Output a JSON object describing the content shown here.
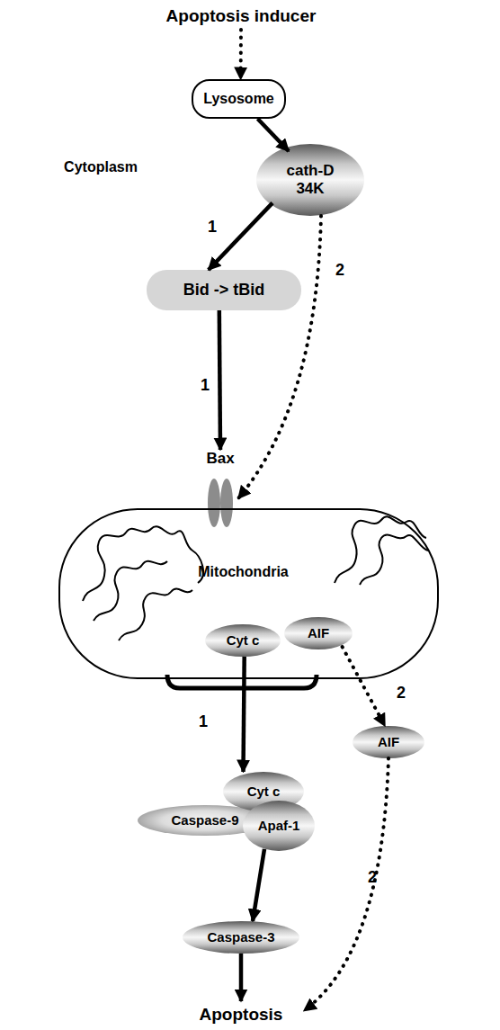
{
  "diagram": {
    "nodes": [
      {
        "text": [
          "Apoptosis inducer"
        ]
      },
      {
        "text": [
          "Lysosome"
        ]
      },
      {
        "text": [
          "cath-D 34K"
        ]
      },
      {
        "text": [
          "Bid -> tBid"
        ]
      },
      {
        "text": [
          "Bax"
        ]
      },
      {
        "text": [
          "Mitochondria"
        ]
      },
      {
        "text": [
          "Cyt c"
        ],
        "in": 5
      },
      {
        "text": [
          "AIF"
        ],
        "in": 5
      },
      {
        "text": [
          "AIF"
        ]
      },
      {
        "text": [
          "Cyt c"
        ]
      },
      {
        "text": [
          "Caspase-9"
        ]
      },
      {
        "text": [
          "Apaf-1"
        ]
      },
      {
        "text": [
          "Caspase-3"
        ]
      },
      {
        "text": [
          "Apoptosis"
        ]
      }
    ],
    "edges": [
      {
        "from": 0,
        "to": 1,
        "arrow": "to"
      },
      {
        "from": 1,
        "to": 2,
        "arrow": "to"
      },
      {
        "from": 2,
        "to": 3,
        "arrow": "to",
        "label": "1"
      },
      {
        "from": 2,
        "to": 4,
        "arrow": "to",
        "label": "2"
      },
      {
        "from": 3,
        "to": 4,
        "arrow": "to",
        "label": "1"
      },
      {
        "from": 6,
        "to": 9,
        "arrow": "to",
        "label": "1"
      },
      {
        "from": 7,
        "to": 8,
        "arrow": "to",
        "label": "2"
      },
      {
        "from": 11,
        "to": 12,
        "arrow": "to"
      },
      {
        "from": 12,
        "to": 13,
        "arrow": "to"
      },
      {
        "from": 8,
        "to": 13,
        "arrow": "to",
        "label": "2"
      }
    ],
    "labels": [
      "Cytoplasm"
    ]
  }
}
